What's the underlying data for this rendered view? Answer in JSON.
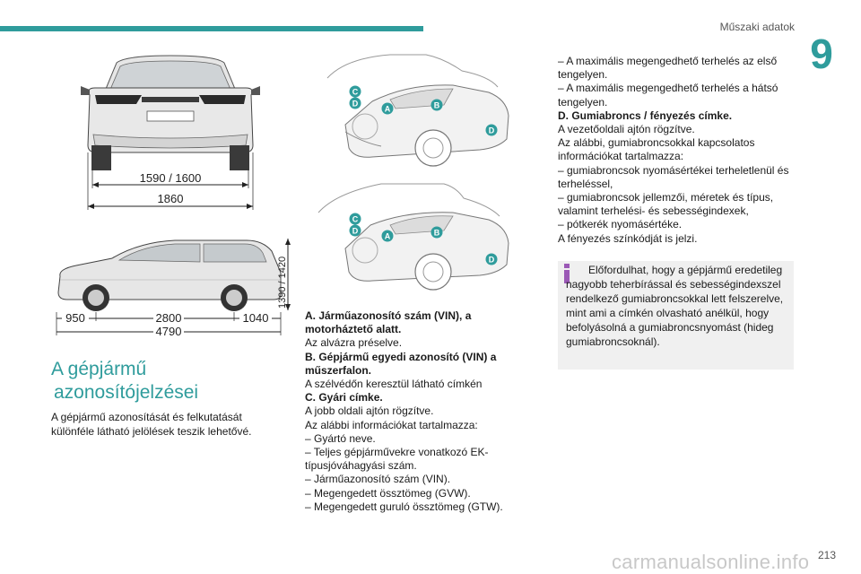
{
  "header": {
    "section_title": "Műszaki adatok",
    "chapter_number": "9",
    "accent_color": "#2f9c9c"
  },
  "footer": {
    "page_number": "213",
    "watermark": "carmanualsonline.info"
  },
  "figures": {
    "rear_view": {
      "track_label": "1590 / 1600",
      "width_label": "1860"
    },
    "side_view": {
      "height_label": "1390 / 1420",
      "front_overhang": "950",
      "wheelbase": "2800",
      "rear_overhang": "1040",
      "length": "4790"
    },
    "markers": [
      "A",
      "B",
      "C",
      "D",
      "D"
    ]
  },
  "section": {
    "heading_line1": "A gépjármű",
    "heading_line2": "azonosítójelzései",
    "intro": "A gépjármű azonosítását és felkutatását különféle látható jelölések teszik lehetővé."
  },
  "column2": [
    {
      "text": "A. Járműazonosító szám (VIN), a motorháztető alatt.",
      "bold": true
    },
    {
      "text": "Az alvázra préselve.",
      "bold": false
    },
    {
      "text": "B. Gépjármű egyedi azonosító (VIN) a műszerfalon.",
      "bold": true
    },
    {
      "text": "A szélvédőn keresztül látható címkén",
      "bold": false
    },
    {
      "text": "C. Gyári címke.",
      "bold": true
    },
    {
      "text": "A jobb oldali ajtón rögzítve.",
      "bold": false
    },
    {
      "text": "Az alábbi információkat tartalmazza:",
      "bold": false
    },
    {
      "text": "–  Gyártó neve.",
      "bold": false
    },
    {
      "text": "–  Teljes gépjárművekre vonatkozó EK-típusjóváhagyási szám.",
      "bold": false
    },
    {
      "text": "–  Járműazonosító szám (VIN).",
      "bold": false
    },
    {
      "text": "–  Megengedett össztömeg (GVW).",
      "bold": false
    },
    {
      "text": "–  Megengedett guruló össztömeg (GTW).",
      "bold": false
    }
  ],
  "column3": [
    {
      "text": "–  A maximális megengedhető terhelés az első tengelyen.",
      "bold": false
    },
    {
      "text": "–  A maximális megengedhető terhelés a hátsó tengelyen.",
      "bold": false
    },
    {
      "text": "D. Gumiabroncs / fényezés címke.",
      "bold": true
    },
    {
      "text": "A vezetőoldali ajtón rögzítve.",
      "bold": false
    },
    {
      "text": "Az alábbi, gumiabroncsokkal kapcsolatos információkat tartalmazza:",
      "bold": false
    },
    {
      "text": "–  gumiabroncsok nyomásértékei terheletlenül és terheléssel,",
      "bold": false
    },
    {
      "text": "–  gumiabroncsok jellemzői, méretek és típus, valamint terhelési- és sebességindexek,",
      "bold": false
    },
    {
      "text": "–  pótkerék nyomásértéke.",
      "bold": false
    },
    {
      "text": "A fényezés színkódját is jelzi.",
      "bold": false
    }
  ],
  "infobox": {
    "text": "Előfordulhat, hogy a gépjármű eredetileg nagyobb teherbírással és sebességindexszel rendelkező gumiabroncsokkal lett felszerelve, mint ami a címkén olvasható anélkül, hogy befolyásolná a gumiabroncsnyomást (hideg gumiabroncsoknál).",
    "icon_color": "#9b59b6"
  }
}
